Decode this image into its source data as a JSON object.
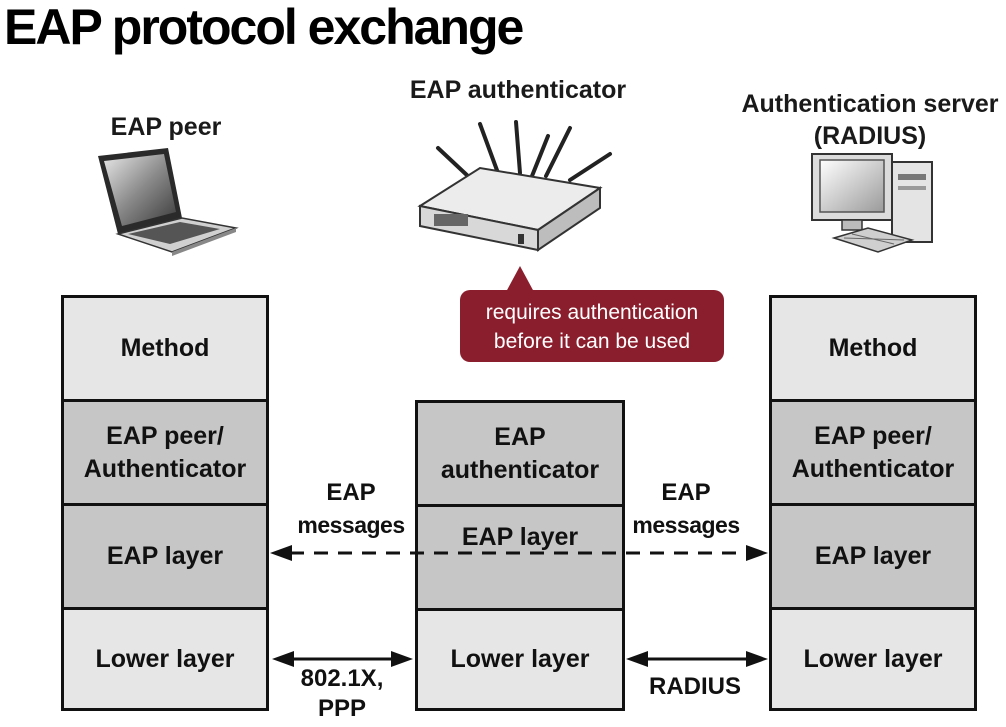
{
  "title": "EAP protocol exchange",
  "devices": {
    "peer": "EAP peer",
    "authenticator": "EAP authenticator",
    "server_line1": "Authentication server",
    "server_line2": "(RADIUS)"
  },
  "callout": {
    "line1": "requires authentication",
    "line2": "before it can be used",
    "color": "#8b1e2d"
  },
  "left_stack": [
    "Method",
    "EAP peer/",
    "Authenticator",
    "EAP layer",
    "Lower layer"
  ],
  "middle_stack": [
    "EAP",
    "authenticator",
    "EAP layer",
    "Lower layer"
  ],
  "right_stack": [
    "Method",
    "EAP peer/",
    "Authenticator",
    "EAP layer",
    "Lower layer"
  ],
  "links": {
    "left_eap_line1": "EAP",
    "left_eap_line2": "messages",
    "right_eap_line1": "EAP",
    "right_eap_line2": "messages",
    "left_lower_line1": "802.1X,",
    "left_lower_line2": "PPP",
    "right_lower": "RADIUS"
  },
  "icons": [
    "laptop-icon",
    "wireless-router-icon",
    "desktop-computer-icon"
  ]
}
